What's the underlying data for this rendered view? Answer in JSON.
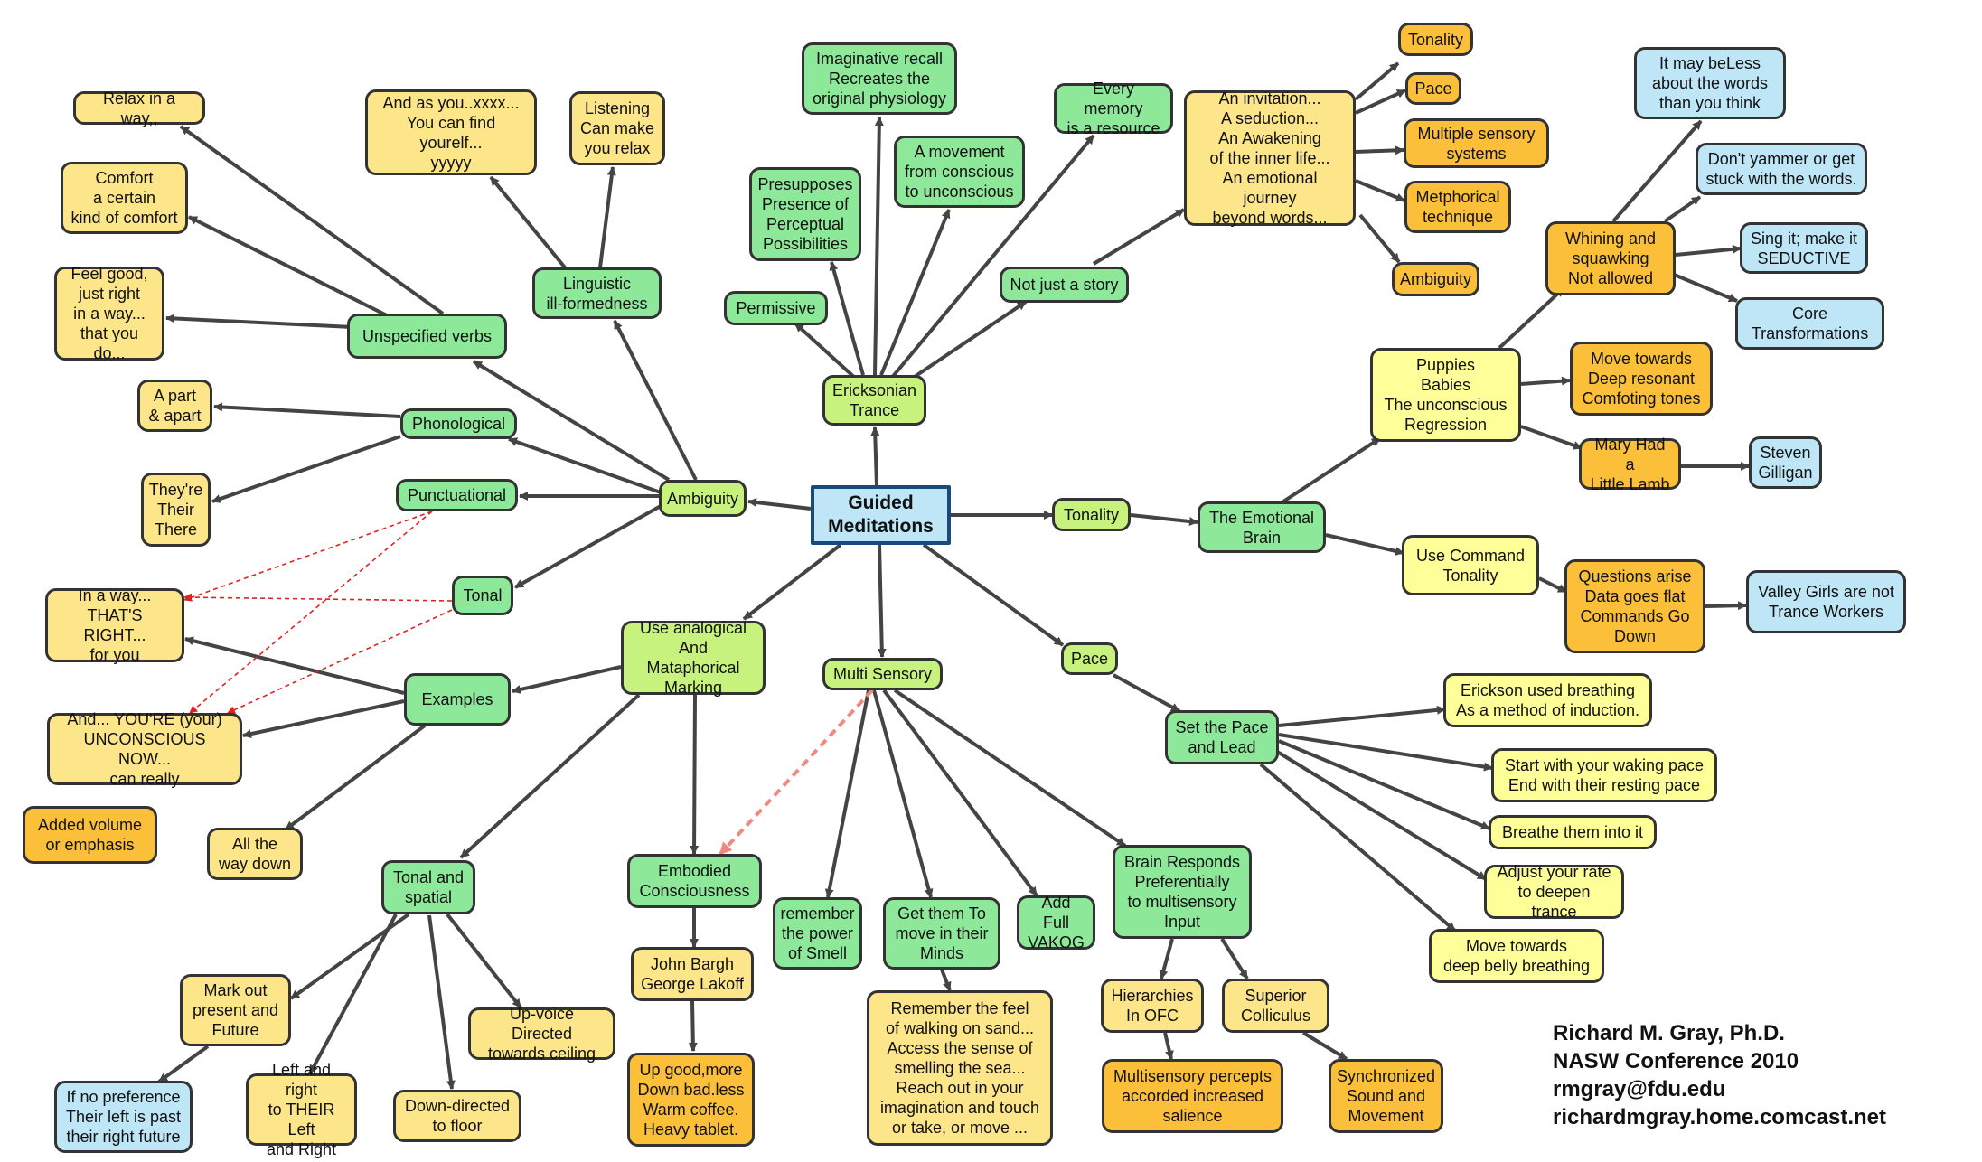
{
  "root": "Guided\nMeditations",
  "nodes": {
    "ericksonian_trance": "Ericksonian\nTrance",
    "imaginative_recall": "Imaginative recall\nRecreates the\noriginal physiology",
    "presupposes": "Presupposes\nPresence of\nPerceptual\nPossibilities",
    "movement_conscious": "A movement\nfrom conscious\nto unconscious",
    "permissive": "Permissive",
    "every_memory": "Every memory\nis a resource",
    "not_just_story": "Not just a story",
    "invitation": "An invitation...\nA seduction...\nAn Awakening\nof the inner life...\nAn emotional journey\nbeyond words...",
    "tonality_top": "Tonality",
    "pace_top": "Pace",
    "multiple_sensory": "Multiple sensory\nsystems",
    "metphorical": "Metphorical\ntechnique",
    "ambiguity_top": "Ambiguity",
    "ambiguity": "Ambiguity",
    "unspecified_verbs": "Unspecified verbs",
    "relax_in_a_way": "Relax in a way,,",
    "comfort": "Comfort\na certain\nkind of comfort",
    "feel_good": "Feel good,\njust right\nin a way...\nthat you do...",
    "linguistic": "Linguistic\nill-formedness",
    "and_as_you": "And as you..xxxx...\nYou can find yourelf...\nyyyyy",
    "listening": "Listening\nCan make\nyou relax",
    "phonological": "Phonological",
    "a_part": "A part\n& apart",
    "theyre": "They're\nTheir\nThere",
    "punctuational": "Punctuational",
    "tonal": "Tonal",
    "in_a_way_thats_right": "In a way...\nTHAT'S RIGHT...\nfor you",
    "examples": "Examples",
    "youre_unconscious": "And... YOU'RE (your)\nUNCONSCIOUS NOW...\ncan really",
    "added_volume": "Added volume\nor emphasis",
    "all_the_way": "All the\nway down",
    "use_analogical": "Use analogical\nAnd Mataphorical\nMarking",
    "tonal_spatial": "Tonal and\nspatial",
    "mark_out": "Mark out\npresent and\nFuture",
    "if_no_preference": "If no preference\nTheir left is past\ntheir right future",
    "left_and_right": "Left and right\nto THEIR Left\nand Right",
    "down_directed": "Down-directed\nto floor",
    "up_voice": "Up-voice Directed\ntowards ceiling",
    "embodied": "Embodied\nConsciousness",
    "john_bargh": "John Bargh\nGeorge Lakoff",
    "up_good": "Up good,more\nDown bad.less\nWarm coffee.\nHeavy tablet.",
    "multi_sensory": "Multi Sensory",
    "remember_smell": "remember\nthe power\nof Smell",
    "get_them_to_move": "Get them To\nmove in their\nMinds",
    "remember_feel": "Remember the feel\nof walking on sand...\nAccess the sense of\nsmelling the sea...\nReach out in your\nimagination and touch\nor take, or move ...",
    "add_full_vakog": "Add Full\nVAKOG",
    "brain_responds": "Brain Responds\nPreferentially\nto multisensory\nInput",
    "hierarchies": "Hierarchies\nIn OFC",
    "multisensory_percepts": "Multisensory percepts\naccorded increased\nsalience",
    "superior_colliculus": "Superior\nColliculus",
    "synchronized": "Synchronized\nSound and\nMovement",
    "pace": "Pace",
    "set_the_pace": "Set the Pace\nand Lead",
    "erickson_breathing": "Erickson used breathing\nAs a method of induction.",
    "start_waking": "Start with your waking pace\nEnd with their resting pace",
    "breathe_them": "Breathe them into it",
    "adjust_rate": "Adjust your rate\nto deepen trance",
    "move_towards_belly": "Move towards\ndeep belly breathing",
    "tonality": "Tonality",
    "emotional_brain": "The Emotional\nBrain",
    "puppies": "Puppies\nBabies\nThe unconscious\nRegression",
    "whining": "Whining and\nsquawking\nNot allowed",
    "it_may_be_less": "It may beLess\nabout the words\nthan you think",
    "dont_yammer": "Don't yammer or get\nstuck with the words.",
    "sing_it": "Sing it; make it\nSEDUCTIVE",
    "core_transformations": "Core\nTransformations",
    "move_towards_deep": "Move towards\nDeep resonant\nComfoting tones",
    "mary_had": "Mary Had a\nLittle Lamb",
    "steven_gilligan": "Steven\nGilligan",
    "use_command": "Use Command\nTonality",
    "questions_arise": "Questions arise\nData goes flat\nCommands Go\nDown",
    "valley_girls": "Valley Girls are not\nTrance Workers"
  },
  "credit": {
    "line1": "Richard M. Gray, Ph.D.",
    "line2": "NASW Conference 2010",
    "line3": "rmgray@fdu.edu",
    "line4": "richardmgray.home.comcast.net"
  },
  "colors": {
    "green": "#8ee89a",
    "light_green": "#c8f27e",
    "light_yellow": "#fde68a",
    "yellow": "#ffff99",
    "orange": "#fbbf3a",
    "blue": "#bfe6f7",
    "arrow": "#444444",
    "dashed_red": "#dd2222",
    "dashed_pink": "#f08a80"
  }
}
